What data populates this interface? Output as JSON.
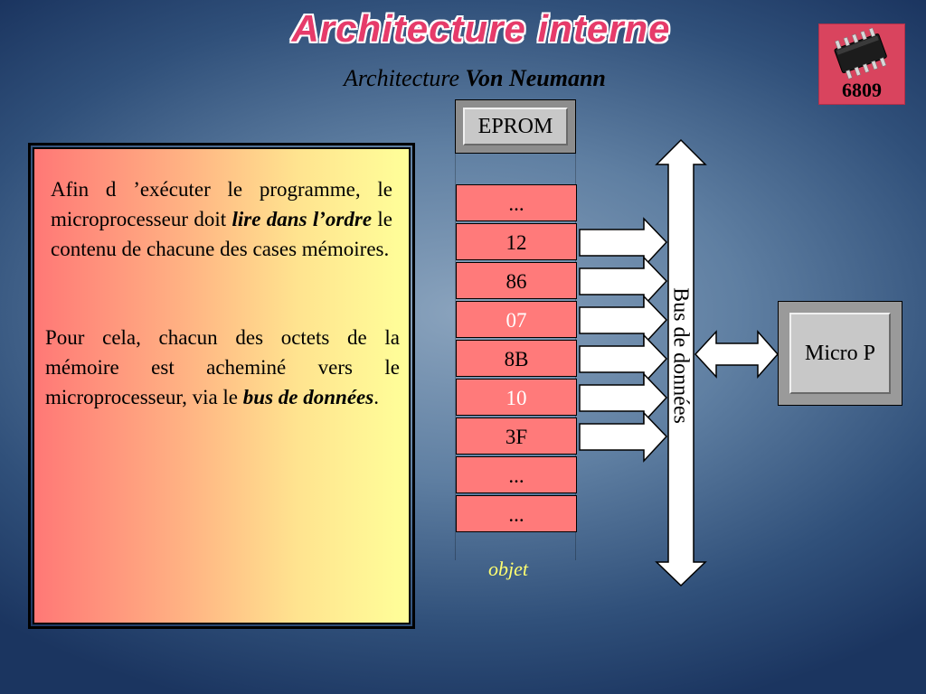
{
  "title": "Architecture interne",
  "subtitle": {
    "prefix": "Architecture",
    "emphasis": "Von Neumann"
  },
  "logo": {
    "label": "6809",
    "icon": "chip-icon"
  },
  "text_box": {
    "para1_part1": "Afin d ’exécuter le programme, le microprocesseur doit ",
    "para1_emph": "lire dans l’ordre",
    "para1_part2": " le contenu de chacune des cases mémoires.",
    "para2_part1": "Pour cela, chacun des octets de la mémoire est acheminé vers le microprocesseur, via le ",
    "para2_emph": "bus de données",
    "para2_part2": "."
  },
  "memory": {
    "header": "EPROM",
    "cells": [
      {
        "value": "...",
        "white": false
      },
      {
        "value": "12",
        "white": false
      },
      {
        "value": "86",
        "white": false
      },
      {
        "value": "07",
        "white": true
      },
      {
        "value": "8B",
        "white": false
      },
      {
        "value": "10",
        "white": true
      },
      {
        "value": "3F",
        "white": false
      },
      {
        "value": "...",
        "white": false
      },
      {
        "value": "...",
        "white": false
      }
    ],
    "footer": "objet"
  },
  "bus": {
    "label": "Bus de données"
  },
  "processor": {
    "label": "Micro P"
  },
  "colors": {
    "cell_fill": "#ff7a7a",
    "title": "#e63b6a",
    "objet": "#ffff70"
  }
}
